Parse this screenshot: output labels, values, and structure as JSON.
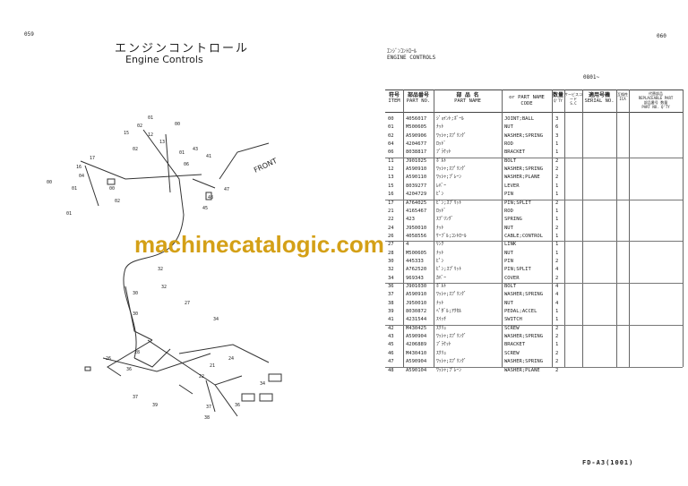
{
  "left_page": {
    "page_no": "059",
    "title_jp": "エンジンコントロール",
    "title_en": "Engine Controls"
  },
  "right_page": {
    "page_no": "060",
    "section_kana": "ｴﾝｼﾞﾝｺﾝﾄﾛｰﾙ",
    "section_en": "ENGINE CONTROLS",
    "serial_from": "0801~",
    "footer_code": "FD-A3(1001)"
  },
  "watermark": "machinecatalogic.com",
  "table": {
    "headers": {
      "item_jp": "符号",
      "item_en": "ITEM",
      "partno_jp": "部品番号",
      "partno_en": "PART NO.",
      "name_jp": "部 品 名",
      "name_en": "PART NAME",
      "or": "or",
      "code_en": "PART NAME",
      "code_en2": "CODE",
      "qty_jp": "数量",
      "qty_en": "Q'TY",
      "sc_jp": "サービスコード",
      "sc_en": "S.C",
      "serial_jp": "適用号機",
      "serial_en": "SERIAL NO.",
      "ica_jp": "互換性",
      "ica_en": "ICA",
      "repl_jp": "代替部品",
      "repl_en": "REPLACEABLE PART",
      "repl_partno_jp": "部品番号",
      "repl_partno_en": "PART NO.",
      "repl_qty_jp": "数量",
      "repl_qty_en": "Q'TY"
    },
    "rows": [
      {
        "item": "00",
        "part_no": "4056017",
        "name": "ｼﾞｮｲﾝﾄ;ﾎﾞｰﾙ",
        "code": "JOINT;BALL",
        "qty": "3"
      },
      {
        "item": "01",
        "part_no": "M500605",
        "name": "ﾅｯﾄ",
        "code": "NUT",
        "qty": "6"
      },
      {
        "item": "02",
        "part_no": "A590906",
        "name": "ﾜｯｼｬ;ｽﾌﾟﾘﾝｸﾞ",
        "code": "WASHER;SPRING",
        "qty": "3"
      },
      {
        "item": "04",
        "part_no": "4204677",
        "name": "ﾛｯﾄﾞ",
        "code": "ROD",
        "qty": "1"
      },
      {
        "item": "06",
        "part_no": "8038817",
        "name": "ﾌﾞﾗｹｯﾄ",
        "code": "BRACKET",
        "qty": "1"
      },
      {
        "item": "11",
        "part_no": "J901025",
        "name": "ﾎﾞﾙﾄ",
        "code": "BOLT",
        "qty": "2"
      },
      {
        "item": "12",
        "part_no": "A590910",
        "name": "ﾜｯｼｬ;ｽﾌﾟﾘﾝｸﾞ",
        "code": "WASHER;SPRING",
        "qty": "2"
      },
      {
        "item": "13",
        "part_no": "A590110",
        "name": "ﾜｯｼｬ;ﾌﾟﾚｰﾝ",
        "code": "WASHER;PLANE",
        "qty": "2"
      },
      {
        "item": "15",
        "part_no": "8039277",
        "name": "ﾚﾊﾞｰ",
        "code": "LEVER",
        "qty": "1"
      },
      {
        "item": "16",
        "part_no": "4204729",
        "name": "ﾋﾟﾝ",
        "code": "PIN",
        "qty": "1"
      },
      {
        "item": "17",
        "part_no": "A764025",
        "name": "ﾋﾟﾝ;ｽﾌﾟﾘｯﾄ",
        "code": "PIN;SPLIT",
        "qty": "2"
      },
      {
        "item": "21",
        "part_no": "4165467",
        "name": "ﾛｯﾄﾞ",
        "code": "ROD",
        "qty": "1"
      },
      {
        "item": "22",
        "part_no": "423",
        "name": "ｽﾌﾟﾘﾝｸﾞ",
        "code": "SPRING",
        "qty": "1"
      },
      {
        "item": "24",
        "part_no": "J950010",
        "name": "ﾅｯﾄ",
        "code": "NUT",
        "qty": "2"
      },
      {
        "item": "26",
        "part_no": "4058556",
        "name": "ｹｰﾌﾞﾙ;ｺﾝﾄﾛｰﾙ",
        "code": "CABLE;CONTROL",
        "qty": "1"
      },
      {
        "item": "27",
        "part_no": "4",
        "name": "ﾘﾝｸ",
        "code": "LINK",
        "qty": "1"
      },
      {
        "item": "28",
        "part_no": "M500605",
        "name": "ﾅｯﾄ",
        "code": "NUT",
        "qty": "1"
      },
      {
        "item": "30",
        "part_no": "445333",
        "name": "ﾋﾟﾝ",
        "code": "PIN",
        "qty": "2"
      },
      {
        "item": "32",
        "part_no": "A762520",
        "name": "ﾋﾟﾝ;ｽﾌﾟﾘｯﾄ",
        "code": "PIN;SPLIT",
        "qty": "4"
      },
      {
        "item": "34",
        "part_no": "969343",
        "name": "ｶﾊﾞｰ",
        "code": "COVER",
        "qty": "2"
      },
      {
        "item": "36",
        "part_no": "J901030",
        "name": "ﾎﾞﾙﾄ",
        "code": "BOLT",
        "qty": "4"
      },
      {
        "item": "37",
        "part_no": "A590910",
        "name": "ﾜｯｼｬ;ｽﾌﾟﾘﾝｸﾞ",
        "code": "WASHER;SPRING",
        "qty": "4"
      },
      {
        "item": "38",
        "part_no": "J950010",
        "name": "ﾅｯﾄ",
        "code": "NUT",
        "qty": "4"
      },
      {
        "item": "39",
        "part_no": "8030872",
        "name": "ﾍﾟﾀﾞﾙ;ｱｸｾﾙ",
        "code": "PEDAL;ACCEL",
        "qty": "1"
      },
      {
        "item": "41",
        "part_no": "4231544",
        "name": "ｽｲｯﾁ",
        "code": "SWITCH",
        "qty": "1"
      },
      {
        "item": "42",
        "part_no": "M430425",
        "name": "ｽｸﾘｭ",
        "code": "SCREW",
        "qty": "2"
      },
      {
        "item": "43",
        "part_no": "A590904",
        "name": "ﾜｯｼｬ;ｽﾌﾟﾘﾝｸﾞ",
        "code": "WASHER;SPRING",
        "qty": "2"
      },
      {
        "item": "45",
        "part_no": "4206889",
        "name": "ﾌﾞﾗｹｯﾄ",
        "code": "BRACKET",
        "qty": "1"
      },
      {
        "item": "46",
        "part_no": "M430410",
        "name": "ｽｸﾘｭ",
        "code": "SCREW",
        "qty": "2"
      },
      {
        "item": "47",
        "part_no": "A590904",
        "name": "ﾜｯｼｬ;ｽﾌﾟﾘﾝｸﾞ",
        "code": "WASHER;SPRING",
        "qty": "2"
      },
      {
        "item": "48",
        "part_no": "A590104",
        "name": "ﾜｯｼｬ;ﾌﾟﾚｰﾝ",
        "code": "WASHER;PLANE",
        "qty": "2"
      }
    ]
  },
  "diagram": {
    "front_label": "FRONT",
    "callouts": [
      "01",
      "02",
      "00",
      "15",
      "12",
      "13",
      "01",
      "02",
      "43",
      "41",
      "17",
      "16",
      "04",
      "00",
      "01",
      "06",
      "47",
      "48",
      "45",
      "00",
      "02",
      "01",
      "32",
      "32",
      "30",
      "27",
      "30",
      "34",
      "24",
      "21",
      "22",
      "36",
      "28",
      "26",
      "37",
      "39",
      "36",
      "34",
      "37",
      "38"
    ]
  }
}
